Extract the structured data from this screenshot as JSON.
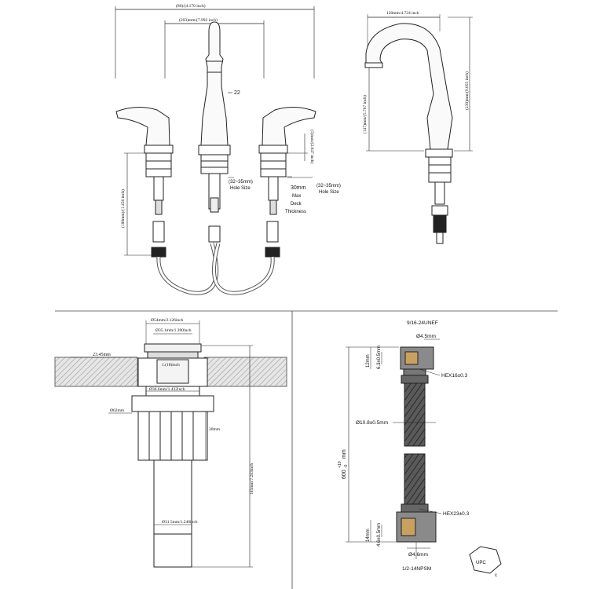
{
  "front_view": {
    "overall_width": "(80)/(4.170 inch)",
    "spread_width": "(203)mm/(7.992 inch)",
    "spout_dim": "22",
    "handle_height": "(5)mm/(2.047 inch)",
    "hole_size_left": "(32~35mm)",
    "hole_size_label": "Hole Size",
    "hole_size_right": "(32~35mm)",
    "hose_length": "(180mm)/(1.456 inch)",
    "deck_thickness": "30mm",
    "deck_label_1": "Max",
    "deck_label_2": "Deck",
    "deck_label_3": "Thickness"
  },
  "side_view": {
    "reach": "120mm/4.724 inch",
    "spout_height": "(147)mm/(5.787 inch)",
    "total_height": "(230)mm/(9.055 inch)"
  },
  "drain": {
    "top_diameter": "Ø54mm/2.126inch",
    "inner_diameter": "Ø35.1mm/1.390inch",
    "counter_thickness": "23.45mm",
    "thread": "1.(18)inch",
    "nut_diameter": "Ø36.6mm/1.432inch",
    "flange_diameter": "Ø62mm",
    "nut_height": "30mm",
    "total_length": "185mm/7.283inch",
    "tail_diameter": "Ø31.5mm/1.240inch"
  },
  "hose": {
    "top_thread": "9/16-24UNEF",
    "top_bore": "Ø4.5mm",
    "top_length": "12mm",
    "top_insert": "6.3±0.5mm",
    "top_hex": "HEX16±0.3",
    "hose_diameter": "Ø10.8±0.5mm",
    "length_base": "600",
    "length_plus": "+10",
    "length_minus": "-0",
    "length_unit": "mm",
    "bottom_hex": "HEX23±0.3",
    "bottom_length": "14mm",
    "bottom_insert": "4.6±0.5mm",
    "bottom_bore": "Ø4.6mm",
    "bottom_thread": "1/2-14NPSM",
    "cert_text": "UPC"
  }
}
